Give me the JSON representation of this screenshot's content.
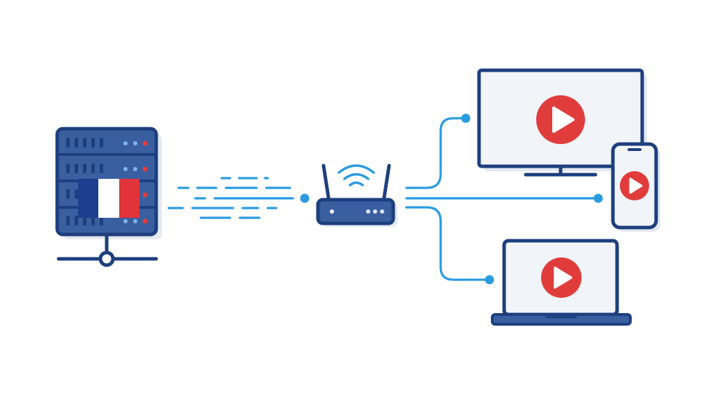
{
  "diagram": {
    "nodes": [
      {
        "id": "server",
        "kind": "server-rack",
        "badge": "france-flag-icon"
      },
      {
        "id": "router",
        "kind": "wifi-router"
      },
      {
        "id": "tv",
        "kind": "television",
        "content": "play-icon"
      },
      {
        "id": "phone",
        "kind": "smartphone",
        "content": "play-icon"
      },
      {
        "id": "laptop",
        "kind": "laptop",
        "content": "play-icon"
      }
    ],
    "edges": [
      {
        "from": "server",
        "to": "router",
        "style": "dashed-stream"
      },
      {
        "from": "router",
        "to": "tv",
        "style": "solid"
      },
      {
        "from": "router",
        "to": "phone",
        "style": "solid"
      },
      {
        "from": "router",
        "to": "laptop",
        "style": "solid"
      }
    ]
  },
  "colors": {
    "navy": "#1d3f7e",
    "navy_fill": "#3a5fa0",
    "line_blue": "#2a9be0",
    "play_red": "#e13c3c",
    "screen_fill": "#f1f4f9",
    "shadow": "#e3e8f1",
    "flag_blue": "#1e3d8f",
    "flag_white": "#ffffff",
    "flag_red": "#e0333a"
  }
}
